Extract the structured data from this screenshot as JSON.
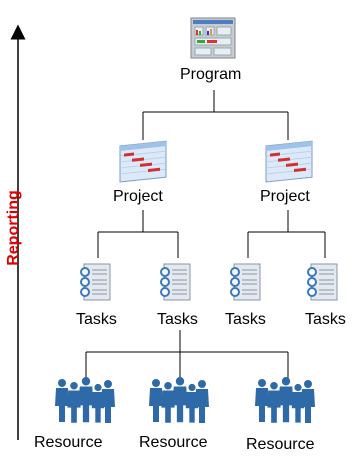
{
  "axis": {
    "label": "Reporting",
    "color": "#e00000"
  },
  "nodes": {
    "program": {
      "label": "Program",
      "icon": "program-dashboard-icon"
    },
    "projects": [
      {
        "label": "Project",
        "icon": "gantt-chart-icon"
      },
      {
        "label": "Project",
        "icon": "gantt-chart-icon"
      }
    ],
    "tasks": [
      {
        "label": "Tasks",
        "icon": "task-list-icon"
      },
      {
        "label": "Tasks",
        "icon": "task-list-icon"
      },
      {
        "label": "Tasks",
        "icon": "task-list-icon"
      },
      {
        "label": "Tasks",
        "icon": "task-list-icon"
      }
    ],
    "resources": [
      {
        "label": "Resource",
        "icon": "people-group-icon"
      },
      {
        "label": "Resource",
        "icon": "people-group-icon"
      },
      {
        "label": "Resource",
        "icon": "people-group-icon"
      }
    ]
  },
  "colors": {
    "line": "#000000",
    "people": "#2f6aa8",
    "gantt_bg": "#cfe2f7",
    "gantt_bar": "#d23030",
    "task_ring": "#3a78c2"
  }
}
